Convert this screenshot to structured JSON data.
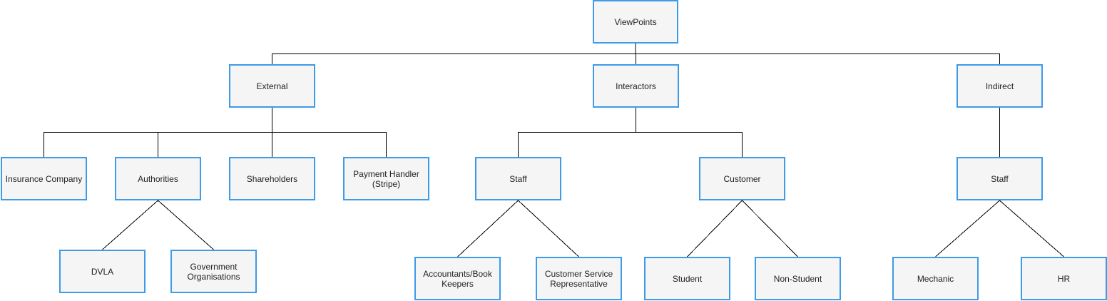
{
  "diagram": {
    "colors": {
      "node_fill": "#f5f5f5",
      "node_border": "#3d9be8",
      "edge": "#000000",
      "text": "#222222"
    },
    "nodes": {
      "viewpoints": "ViewPoints",
      "external": "External",
      "interactors": "Interactors",
      "indirect": "Indirect",
      "insurance_company": "Insurance Company",
      "authorities": "Authorities",
      "shareholders": "Shareholders",
      "payment_handler": "Payment Handler\n(Stripe)",
      "staff_interactors": "Staff",
      "customer": "Customer",
      "staff_indirect": "Staff",
      "dvla": "DVLA",
      "government_organisations": "Government\nOrganisations",
      "accountants": "Accountants/Book\nKeepers",
      "customer_service": "Customer Service\nRepresentative",
      "student": "Student",
      "non_student": "Non-Student",
      "mechanic": "Mechanic",
      "hr": "HR"
    },
    "edges": [
      {
        "from": "viewpoints",
        "to": "external",
        "style": "orthogonal"
      },
      {
        "from": "viewpoints",
        "to": "interactors",
        "style": "orthogonal"
      },
      {
        "from": "viewpoints",
        "to": "indirect",
        "style": "orthogonal"
      },
      {
        "from": "external",
        "to": "insurance_company",
        "style": "orthogonal"
      },
      {
        "from": "external",
        "to": "authorities",
        "style": "orthogonal"
      },
      {
        "from": "external",
        "to": "shareholders",
        "style": "orthogonal"
      },
      {
        "from": "external",
        "to": "payment_handler",
        "style": "orthogonal"
      },
      {
        "from": "interactors",
        "to": "staff_interactors",
        "style": "orthogonal"
      },
      {
        "from": "interactors",
        "to": "customer",
        "style": "orthogonal"
      },
      {
        "from": "indirect",
        "to": "staff_indirect",
        "style": "orthogonal"
      },
      {
        "from": "authorities",
        "to": "dvla",
        "style": "straight"
      },
      {
        "from": "authorities",
        "to": "government_organisations",
        "style": "straight"
      },
      {
        "from": "staff_interactors",
        "to": "accountants",
        "style": "straight"
      },
      {
        "from": "staff_interactors",
        "to": "customer_service",
        "style": "straight"
      },
      {
        "from": "customer",
        "to": "student",
        "style": "straight"
      },
      {
        "from": "customer",
        "to": "non_student",
        "style": "straight"
      },
      {
        "from": "staff_indirect",
        "to": "mechanic",
        "style": "straight"
      },
      {
        "from": "staff_indirect",
        "to": "hr",
        "style": "straight"
      }
    ]
  }
}
